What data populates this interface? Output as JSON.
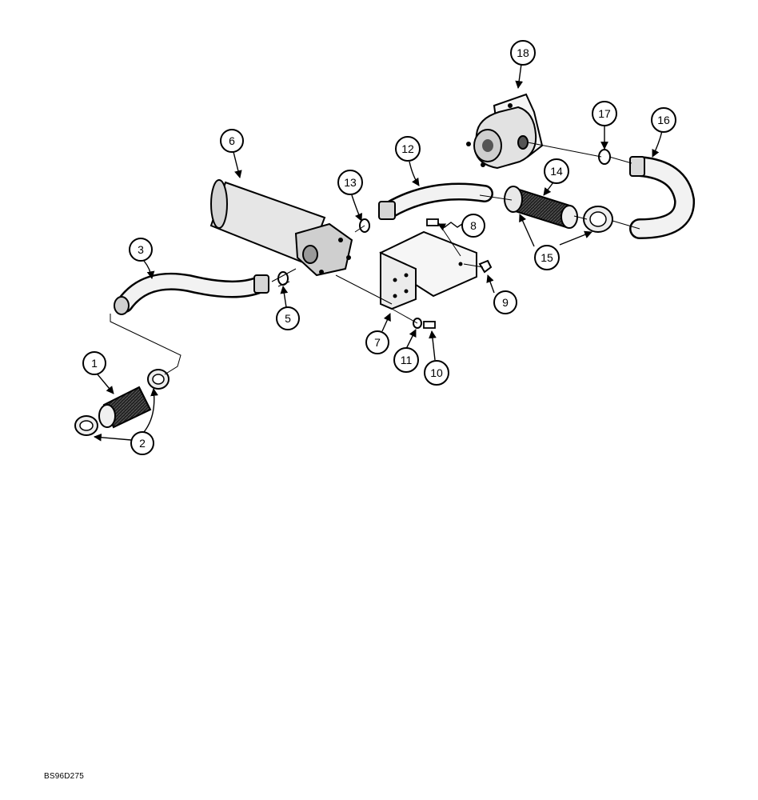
{
  "figure": {
    "reference_code": "BS96D275",
    "callouts": [
      "1",
      "2",
      "3",
      "5",
      "6",
      "7",
      "8",
      "9",
      "10",
      "11",
      "12",
      "13",
      "14",
      "15",
      "16",
      "17",
      "18"
    ]
  }
}
